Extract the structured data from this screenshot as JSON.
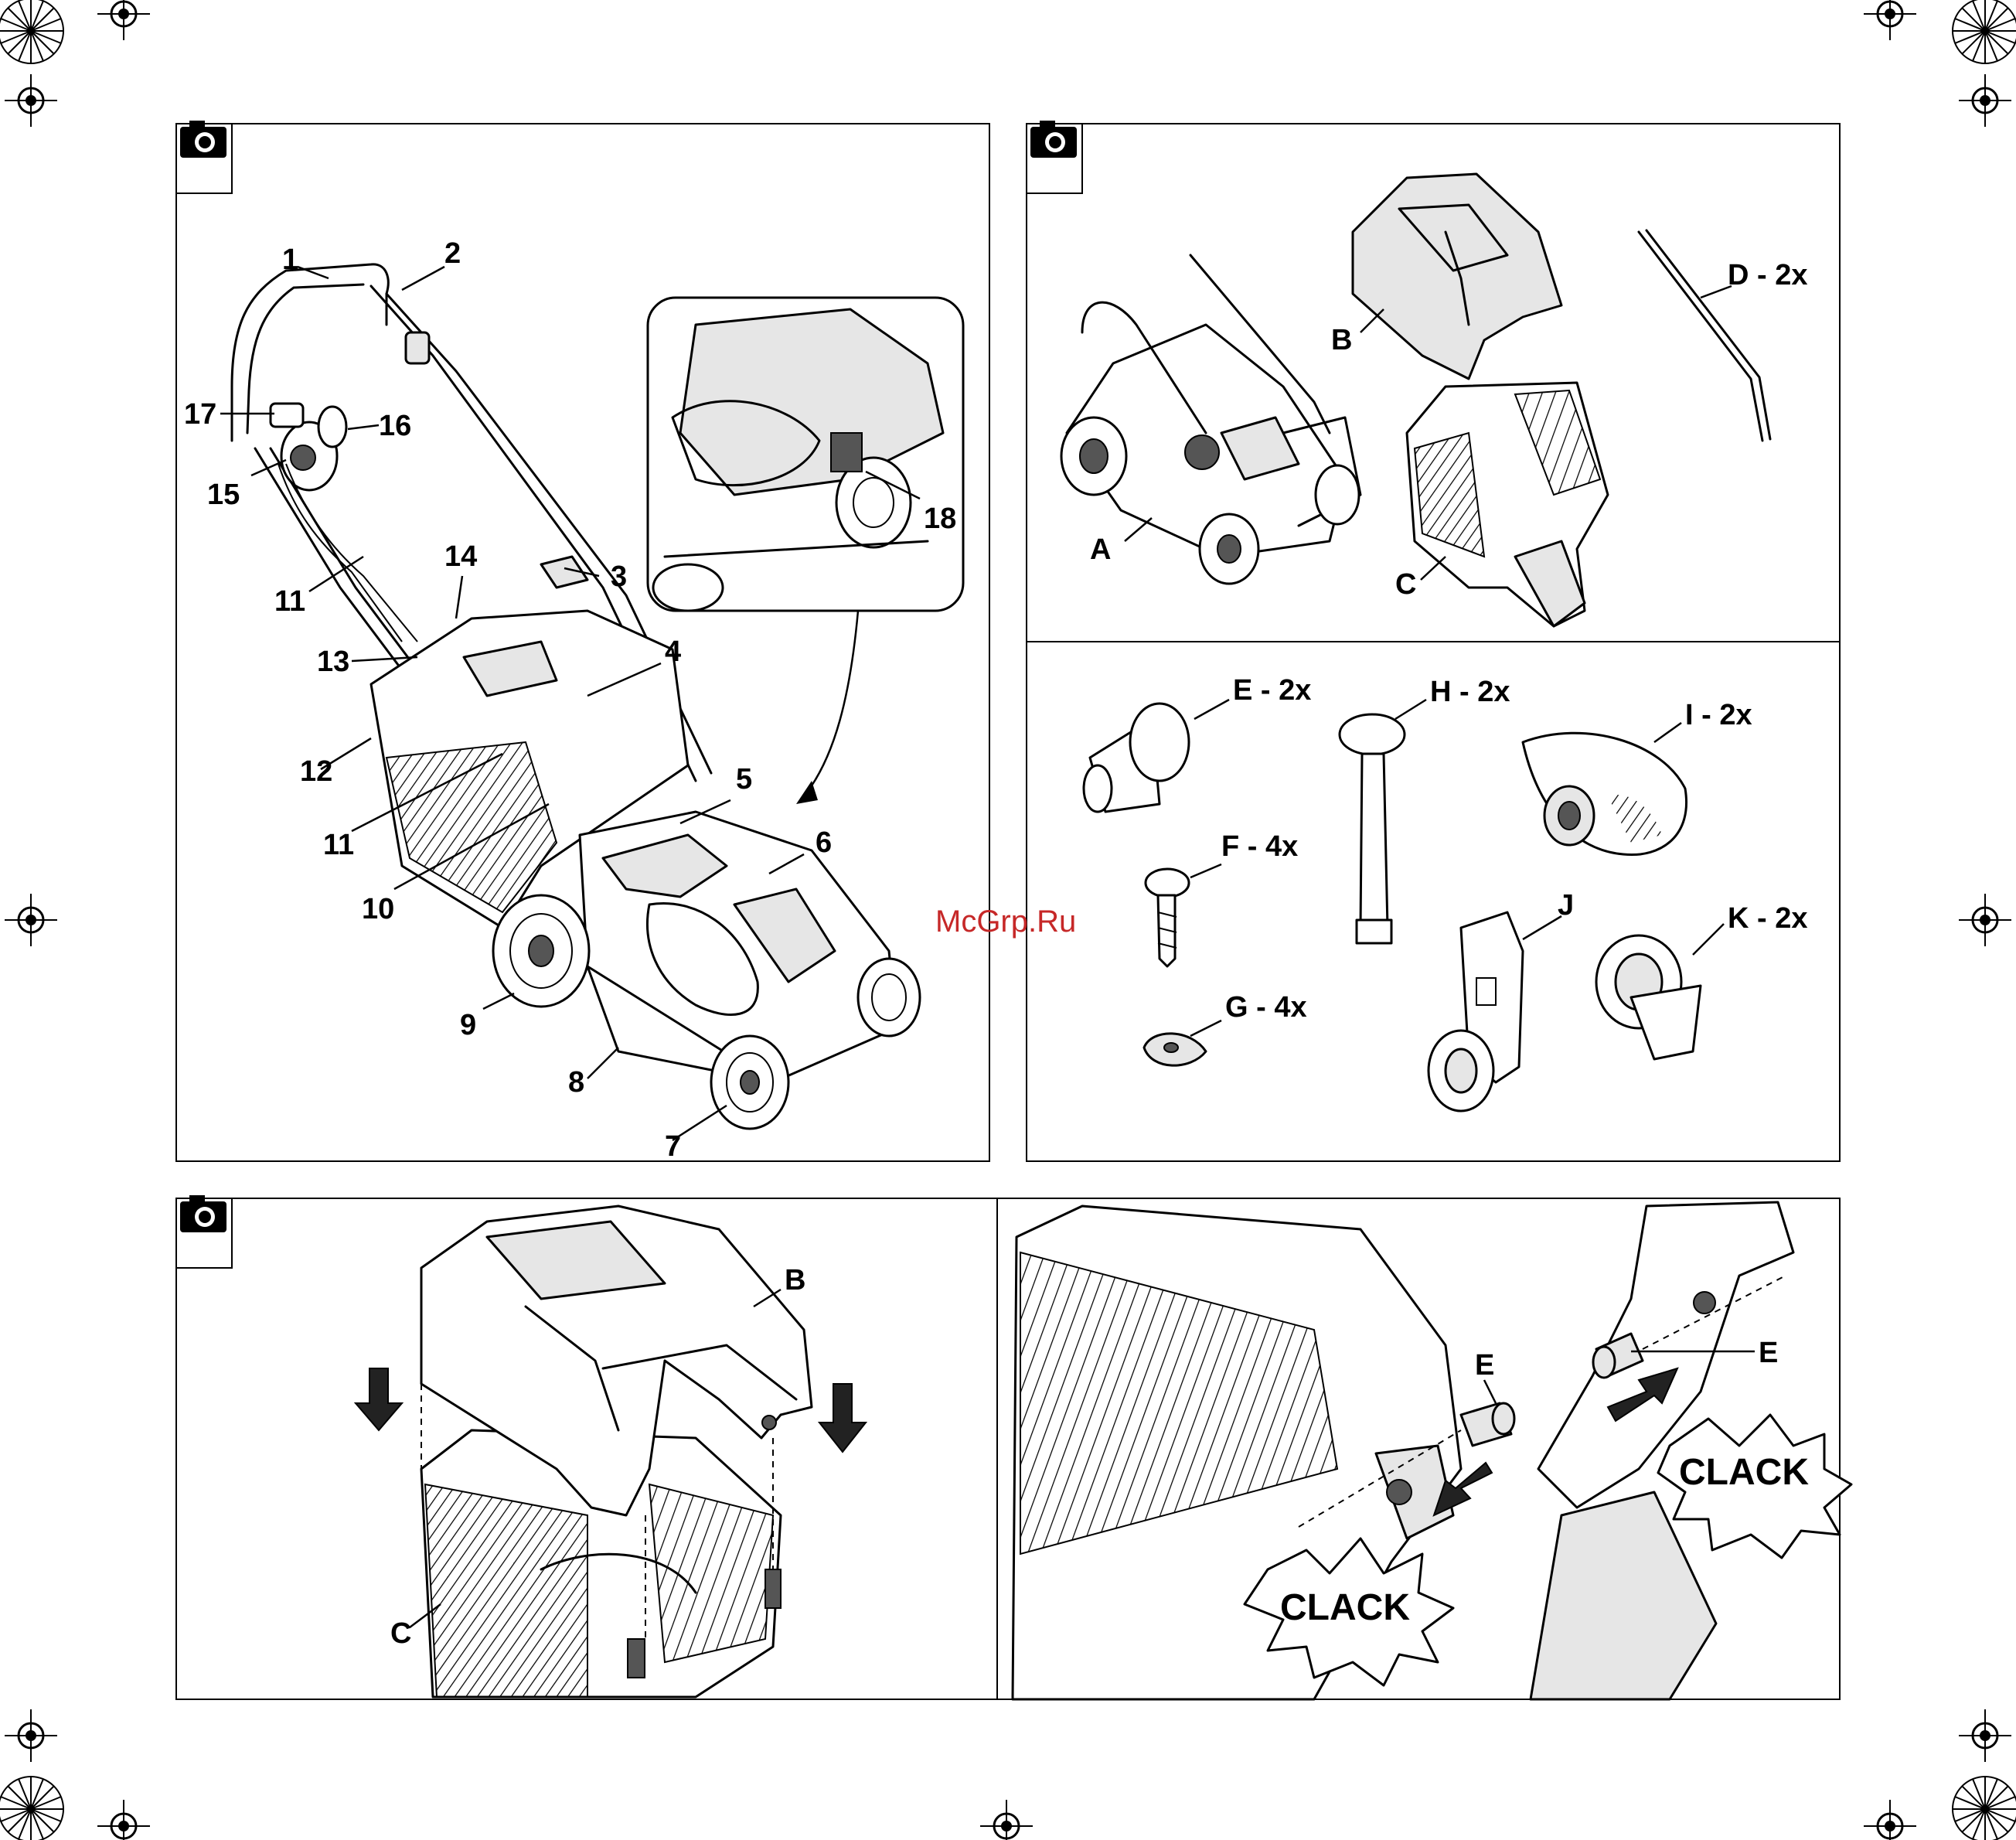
{
  "watermark": "McGrp.Ru",
  "panel1": {
    "labels": [
      "1",
      "2",
      "3",
      "4",
      "5",
      "6",
      "7",
      "8",
      "9",
      "10",
      "11",
      "11",
      "12",
      "13",
      "14",
      "15",
      "16",
      "17",
      "18"
    ]
  },
  "panel2": {
    "labels": [
      "A",
      "B",
      "C",
      "D - 2x"
    ]
  },
  "panel3": {
    "labels": [
      "E - 2x",
      "F - 4x",
      "G - 4x",
      "H - 2x",
      "I - 2x",
      "J",
      "K - 2x"
    ]
  },
  "panel4": {
    "labels": [
      "B",
      "C"
    ]
  },
  "panel5": {
    "labels": [
      "E",
      "E"
    ],
    "clack": [
      "CLACK",
      "CLACK"
    ]
  },
  "icons": [
    "camera-icon",
    "registration-mark-icon",
    "arrow-down-icon",
    "arrow-icon"
  ]
}
